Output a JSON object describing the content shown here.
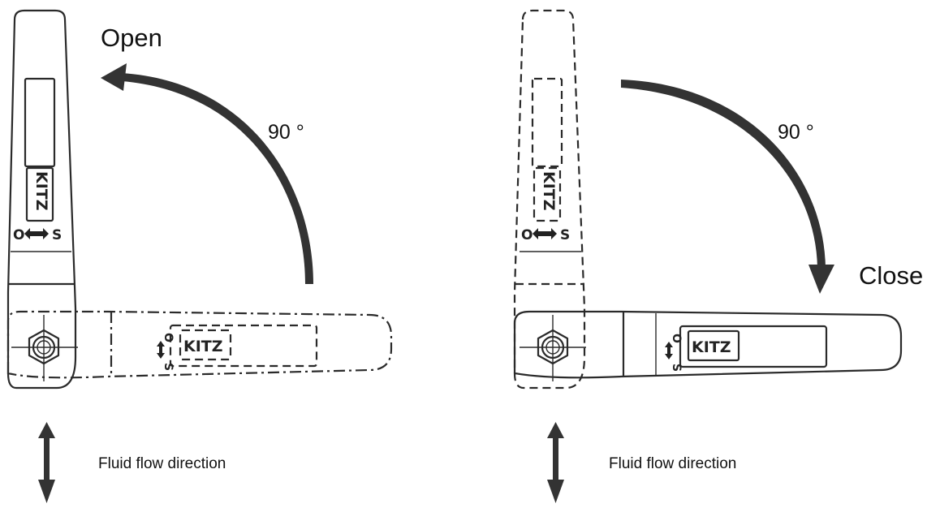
{
  "left_panel": {
    "action_label": "Open",
    "angle_label": "90 °",
    "flow_label": "Fluid flow direction"
  },
  "right_panel": {
    "action_label": "Close",
    "angle_label": "90 °",
    "flow_label": "Fluid flow direction"
  },
  "handle": {
    "brand": "KITZ",
    "mark_open": "O",
    "mark_shut": "S"
  },
  "colors": {
    "line": "#2a2a2a",
    "arrow": "#333333",
    "background": "#ffffff"
  }
}
